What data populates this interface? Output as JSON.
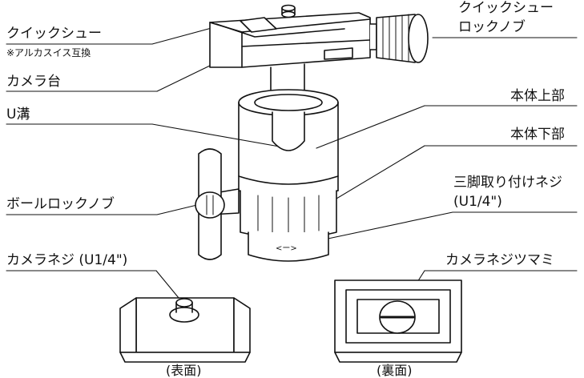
{
  "labels": {
    "quick_shoe": "クイックシュー",
    "arca_note": "※アルカスイス互換",
    "camera_base": "カメラ台",
    "u_groove": "U溝",
    "ball_lock_knob": "ボールロックノブ",
    "camera_screw": "カメラネジ (U1/4\")",
    "quick_shoe_lock_knob_line1": "クイックシュー",
    "quick_shoe_lock_knob_line2": "ロックノブ",
    "body_upper": "本体上部",
    "body_lower": "本体下部",
    "tripod_screw_line1": "三脚取り付けネジ",
    "tripod_screw_line2": "(U1/4\")",
    "camera_screw_knob": "カメラネジツマミ",
    "front_caption": "(表面)",
    "back_caption": "(裏面)"
  },
  "colors": {
    "line": "#111111",
    "fill": "#ffffff",
    "shade": "#d9d9d9"
  }
}
